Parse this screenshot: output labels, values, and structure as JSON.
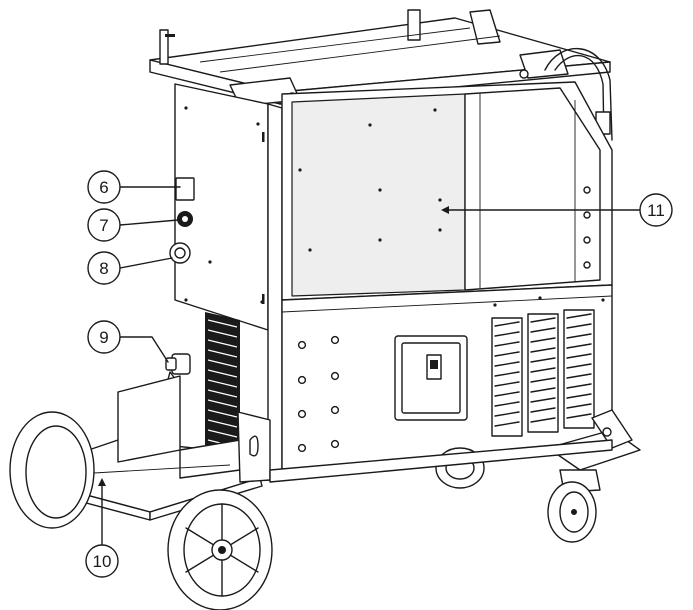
{
  "callouts": [
    {
      "id": "c6",
      "label": "6"
    },
    {
      "id": "c7",
      "label": "7"
    },
    {
      "id": "c8",
      "label": "8"
    },
    {
      "id": "c9",
      "label": "9"
    },
    {
      "id": "c10",
      "label": "10"
    },
    {
      "id": "c11",
      "label": "11"
    }
  ],
  "colors": {
    "line": "#1a1a1a",
    "background": "#ffffff",
    "panel": "#eeeeee"
  }
}
